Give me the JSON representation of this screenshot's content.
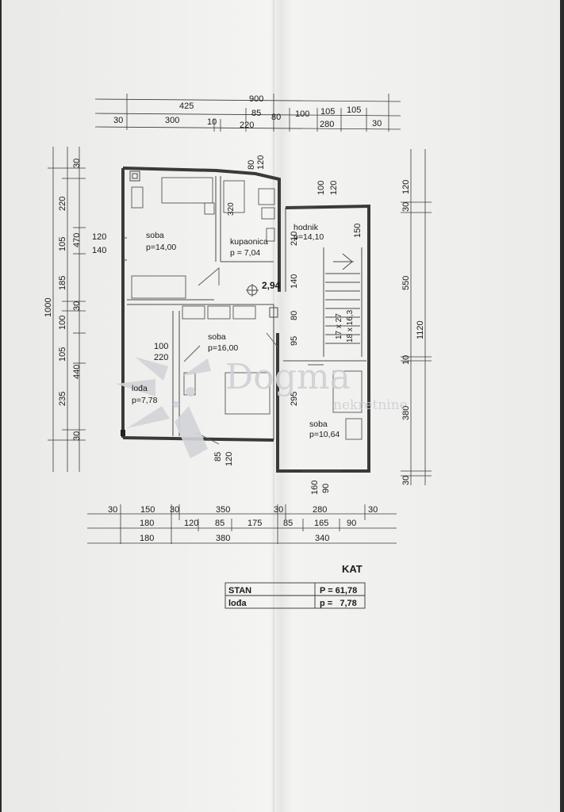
{
  "plan": {
    "top_dims": {
      "row1": [
        "900"
      ],
      "row2": [
        "425",
        "85",
        "80",
        "100",
        "105",
        "105"
      ],
      "row3": [
        "30",
        "300",
        "10",
        "220",
        "280",
        "30"
      ]
    },
    "left_dims": {
      "outer": [
        "1000"
      ],
      "mid": [
        "30",
        "470",
        "30",
        "440",
        "30"
      ],
      "inner": [
        "220",
        "105",
        "185",
        "100",
        "105",
        "235"
      ]
    },
    "right_dims": {
      "outer": [
        "1120"
      ],
      "inner": [
        "120",
        "30",
        "550",
        "10",
        "380",
        "30"
      ]
    },
    "bottom_dims": {
      "row1": [
        "30",
        "150",
        "30",
        "350",
        "30",
        "280",
        "30"
      ],
      "row2": [
        "180",
        "120",
        "85",
        "175",
        "85",
        "165",
        "90"
      ],
      "row3": [
        "180",
        "380",
        "340"
      ]
    },
    "inner_dims": {
      "bath_top_80": "80",
      "bath_top_120": "120",
      "bath_320": "320",
      "hall_100": "100",
      "hall_120": "120",
      "hall_150": "150",
      "hall_210": "210",
      "hall_140": "140",
      "hall_80": "80",
      "hall_95": "95",
      "hall_295": "295",
      "left_120": "120",
      "left_140": "140",
      "soba2_100": "100",
      "soba2_220": "220",
      "bottom_85": "85",
      "bottom_120": "120",
      "bottom_160": "160",
      "bottom_90": "90",
      "level": "2,94",
      "stairs_a": "17 x 27",
      "stairs_b": "18 x 16,3"
    },
    "rooms": [
      {
        "name": "soba",
        "area": "p=14,00"
      },
      {
        "name": "kupaonica",
        "area": "p = 7,04"
      },
      {
        "name": "hodnik",
        "area": "p=14,10"
      },
      {
        "name": "soba",
        "area": "p=16,00"
      },
      {
        "name": "lođa",
        "area": "p=7,78"
      },
      {
        "name": "soba",
        "area": "p=10,64"
      }
    ]
  },
  "watermark": {
    "brand": "Dogma",
    "sub": "nekretnine"
  },
  "legend": {
    "title": "KAT",
    "rows": [
      {
        "label": "STAN",
        "value": "P = 61,78"
      },
      {
        "label": "lođa",
        "value": "p =   7,78"
      }
    ]
  },
  "colors": {
    "paper": "#f2f2f0",
    "ink": "#1a1a1a",
    "watermark": "#cfd0d4"
  }
}
